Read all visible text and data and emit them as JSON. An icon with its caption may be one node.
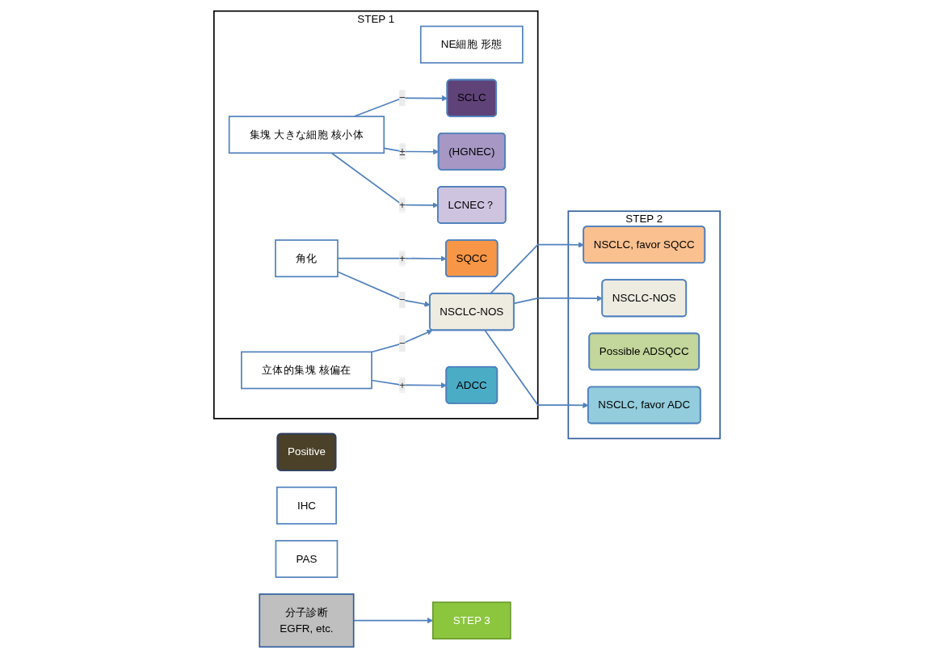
{
  "diagram": {
    "nodes": [
      {
        "text": [
          "STEP 1"
        ]
      },
      {
        "text": [
          "Positive"
        ]
      },
      {
        "text": [
          "NE細胞 形態"
        ],
        "in": 0
      },
      {
        "text": [
          "集塊 大きな細胞 核小体"
        ],
        "in": 0
      },
      {
        "text": [
          "SCLC"
        ],
        "in": 0
      },
      {
        "text": [
          "(HGNEC)"
        ],
        "in": 0
      },
      {
        "text": [
          "LCNEC？"
        ],
        "in": 0
      },
      {
        "text": [
          "角化"
        ],
        "in": 0
      },
      {
        "text": [
          "SQCC"
        ],
        "in": 0
      },
      {
        "text": [
          "NSCLC-NOS"
        ],
        "in": 0
      },
      {
        "text": [
          "立体的集塊 核偏在"
        ],
        "in": 0
      },
      {
        "text": [
          "ADCC"
        ],
        "in": 0
      },
      {
        "text": [
          "STEP 2"
        ]
      },
      {
        "text": [
          "NSCLC, favor SQCC"
        ],
        "in": 12
      },
      {
        "text": [
          "NSCLC-NOS"
        ],
        "in": 12
      },
      {
        "text": [
          "Possible ADSQCC"
        ],
        "in": 12
      },
      {
        "text": [
          "NSCLC, favor ADC"
        ],
        "in": 12
      },
      {
        "text": [
          "IHC"
        ]
      },
      {
        "text": [
          "PAS"
        ]
      },
      {
        "text": [
          "STEP 3"
        ]
      },
      {
        "text": [
          "分子診断",
          "EGFR, etc."
        ]
      }
    ],
    "edges": [
      {
        "from": 3,
        "to": 4,
        "arrow": "to",
        "label": "−"
      },
      {
        "from": 3,
        "to": 5,
        "arrow": "to",
        "label": "±"
      },
      {
        "from": 3,
        "to": 6,
        "arrow": "to",
        "label": "+"
      },
      {
        "from": 7,
        "to": 8,
        "arrow": "to",
        "label": "+"
      },
      {
        "from": 7,
        "to": 9,
        "arrow": "to",
        "label": "−"
      },
      {
        "from": 10,
        "to": 9,
        "arrow": "to",
        "label": "−"
      },
      {
        "from": 10,
        "to": 11,
        "arrow": "to",
        "label": "+"
      },
      {
        "from": 9,
        "to": 13,
        "arrow": "to"
      },
      {
        "from": 9,
        "to": 14,
        "arrow": "to"
      },
      {
        "from": 9,
        "to": 16,
        "arrow": "to"
      },
      {
        "from": 20,
        "to": 19,
        "arrow": "to"
      }
    ]
  }
}
